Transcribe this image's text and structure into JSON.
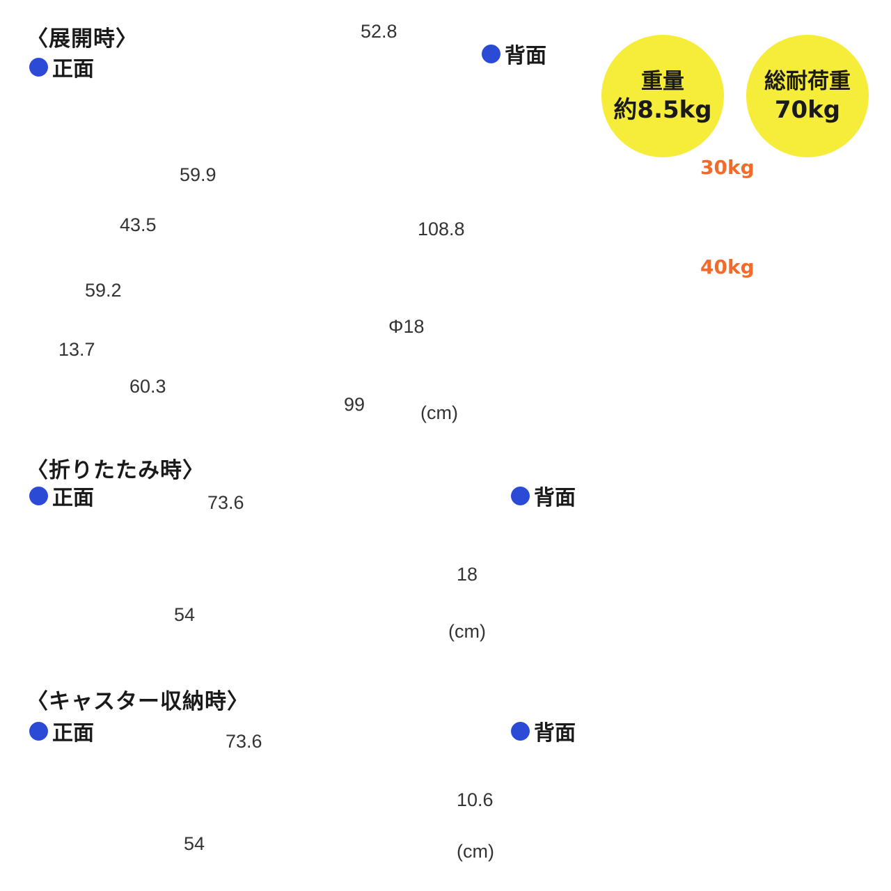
{
  "sections": {
    "deployed": {
      "title": "〈展開時〉"
    },
    "folded": {
      "title": "〈折りたたみ時〉"
    },
    "caster_stored": {
      "title": "〈キャスター収納時〉"
    }
  },
  "views": {
    "front": "正面",
    "back": "背面"
  },
  "badges": {
    "weight": {
      "label": "重量",
      "value": "約8.5kg"
    },
    "capacity": {
      "label": "総耐荷重",
      "value": "70kg"
    }
  },
  "loads": {
    "upper": "30kg",
    "lower": "40kg"
  },
  "dimensions": {
    "deployed": {
      "handle_width": "52.8",
      "upper_tray_width": "59.9",
      "upper_tray_depth": "43.5",
      "total_height": "108.8",
      "tray_spacing": "59.2",
      "base_height": "13.7",
      "wheel_diameter": "Φ18",
      "base_depth": "60.3",
      "total_length": "99",
      "unit": "(cm)"
    },
    "folded": {
      "length": "73.6",
      "width": "54",
      "height": "18",
      "unit": "(cm)"
    },
    "caster_stored": {
      "length": "73.6",
      "width": "54",
      "height": "10.6",
      "unit": "(cm)"
    }
  },
  "colors": {
    "accent_blue": "#2b4bd6",
    "badge_yellow": "#f6ec3a",
    "load_orange": "#f36a2a",
    "tray_black": "#1e1f22"
  }
}
